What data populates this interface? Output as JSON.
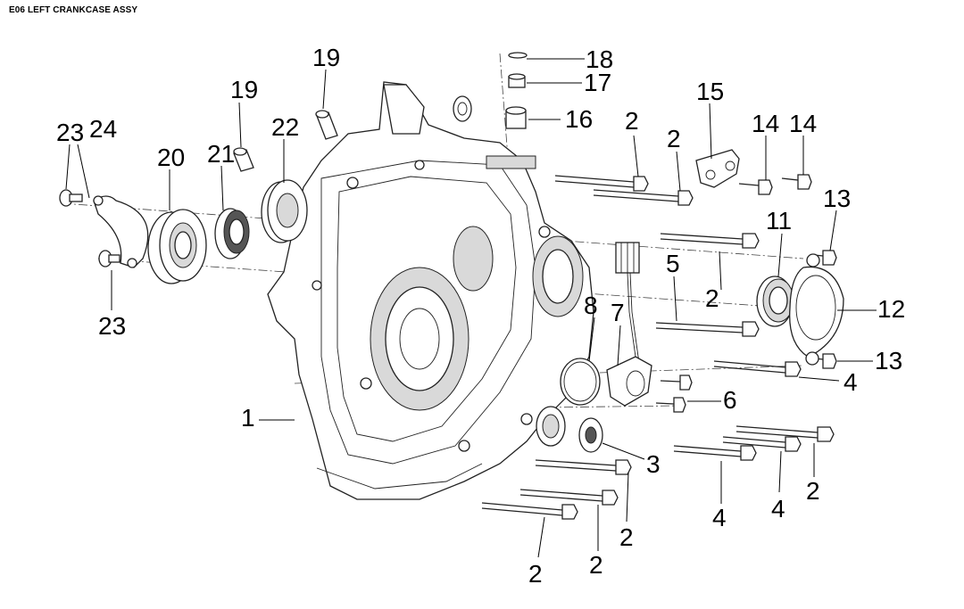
{
  "title": "E06 LEFT CRANKCASE ASSY",
  "callouts": [
    {
      "id": "c1",
      "label": "1"
    },
    {
      "id": "c2a",
      "label": "2"
    },
    {
      "id": "c2b",
      "label": "2"
    },
    {
      "id": "c2c",
      "label": "2"
    },
    {
      "id": "c2d",
      "label": "2"
    },
    {
      "id": "c2e",
      "label": "2"
    },
    {
      "id": "c2f",
      "label": "2"
    },
    {
      "id": "c2g",
      "label": "2"
    },
    {
      "id": "c3",
      "label": "3"
    },
    {
      "id": "c4a",
      "label": "4"
    },
    {
      "id": "c4b",
      "label": "4"
    },
    {
      "id": "c4c",
      "label": "4"
    },
    {
      "id": "c5",
      "label": "5"
    },
    {
      "id": "c6",
      "label": "6"
    },
    {
      "id": "c7",
      "label": "7"
    },
    {
      "id": "c8",
      "label": "8"
    },
    {
      "id": "c11",
      "label": "11"
    },
    {
      "id": "c12",
      "label": "12"
    },
    {
      "id": "c13a",
      "label": "13"
    },
    {
      "id": "c13b",
      "label": "13"
    },
    {
      "id": "c14a",
      "label": "14"
    },
    {
      "id": "c14b",
      "label": "14"
    },
    {
      "id": "c15",
      "label": "15"
    },
    {
      "id": "c16",
      "label": "16"
    },
    {
      "id": "c17",
      "label": "17"
    },
    {
      "id": "c18",
      "label": "18"
    },
    {
      "id": "c19a",
      "label": "19"
    },
    {
      "id": "c19b",
      "label": "19"
    },
    {
      "id": "c20",
      "label": "20"
    },
    {
      "id": "c21",
      "label": "21"
    },
    {
      "id": "c22",
      "label": "22"
    },
    {
      "id": "c23a",
      "label": "23"
    },
    {
      "id": "c23b",
      "label": "23"
    },
    {
      "id": "c24",
      "label": "24"
    }
  ]
}
